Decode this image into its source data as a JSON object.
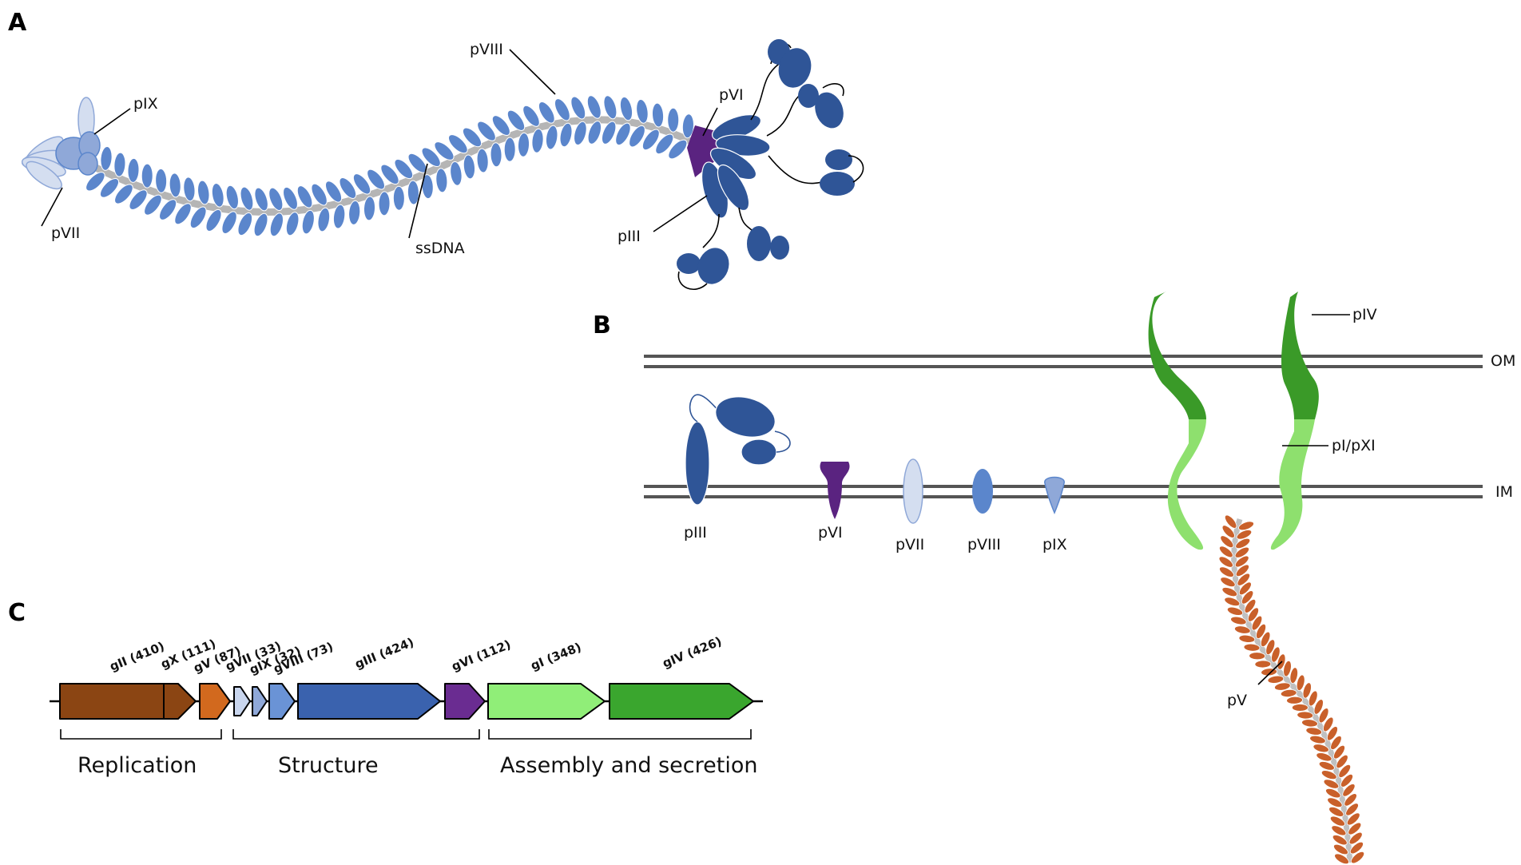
{
  "panels": {
    "a": "A",
    "b": "B",
    "c": "C"
  },
  "panel_a": {
    "labels": {
      "pVIII": "pVIII",
      "pIX": "pIX",
      "pVI": "pVI",
      "pVII": "pVII",
      "ssDNA": "ssDNA",
      "pIII": "pIII"
    }
  },
  "panel_b": {
    "labels": {
      "pIV": "pIV",
      "OM": "OM",
      "pI_pXI": "pI/pXI",
      "IM": "IM",
      "pV": "pV",
      "legend_pIII": "pIII",
      "legend_pVI": "pVI",
      "legend_pVII": "pVII",
      "legend_pVIII": "pVIII",
      "legend_pIX": "pIX"
    }
  },
  "panel_c": {
    "genes": [
      {
        "name": "gII (410)",
        "color": "#8B4513"
      },
      {
        "name": "gX (111)",
        "color": "#8B4513"
      },
      {
        "name": "gV (87)",
        "color": "#D2691E"
      },
      {
        "name": "gVII (33)",
        "color": "#C9D6EE"
      },
      {
        "name": "gIX (32)",
        "color": "#8FA8D8"
      },
      {
        "name": "gVIII (73)",
        "color": "#6A93D6"
      },
      {
        "name": "gIII (424)",
        "color": "#3A62AE"
      },
      {
        "name": "gVI (112)",
        "color": "#6A2C91"
      },
      {
        "name": "gI (348)",
        "color": "#90EE78"
      },
      {
        "name": "gIV (426)",
        "color": "#3AA62E"
      }
    ],
    "groups": {
      "replication": "Replication",
      "structure": "Structure",
      "assembly": "Assembly and secretion"
    }
  },
  "colors": {
    "coat_light": "#5B86CC",
    "coat_dark": "#2F5597",
    "pVII_light": "#D4DEF0",
    "pIX_mid": "#8FA8D8",
    "pVI_purple": "#5A2380",
    "ssDNA_gray": "#B5B5B5",
    "membrane": "#555555",
    "pIV_dark_green": "#3A9A28",
    "pI_light_green": "#8EE06E",
    "pV_orange": "#C9602A"
  }
}
